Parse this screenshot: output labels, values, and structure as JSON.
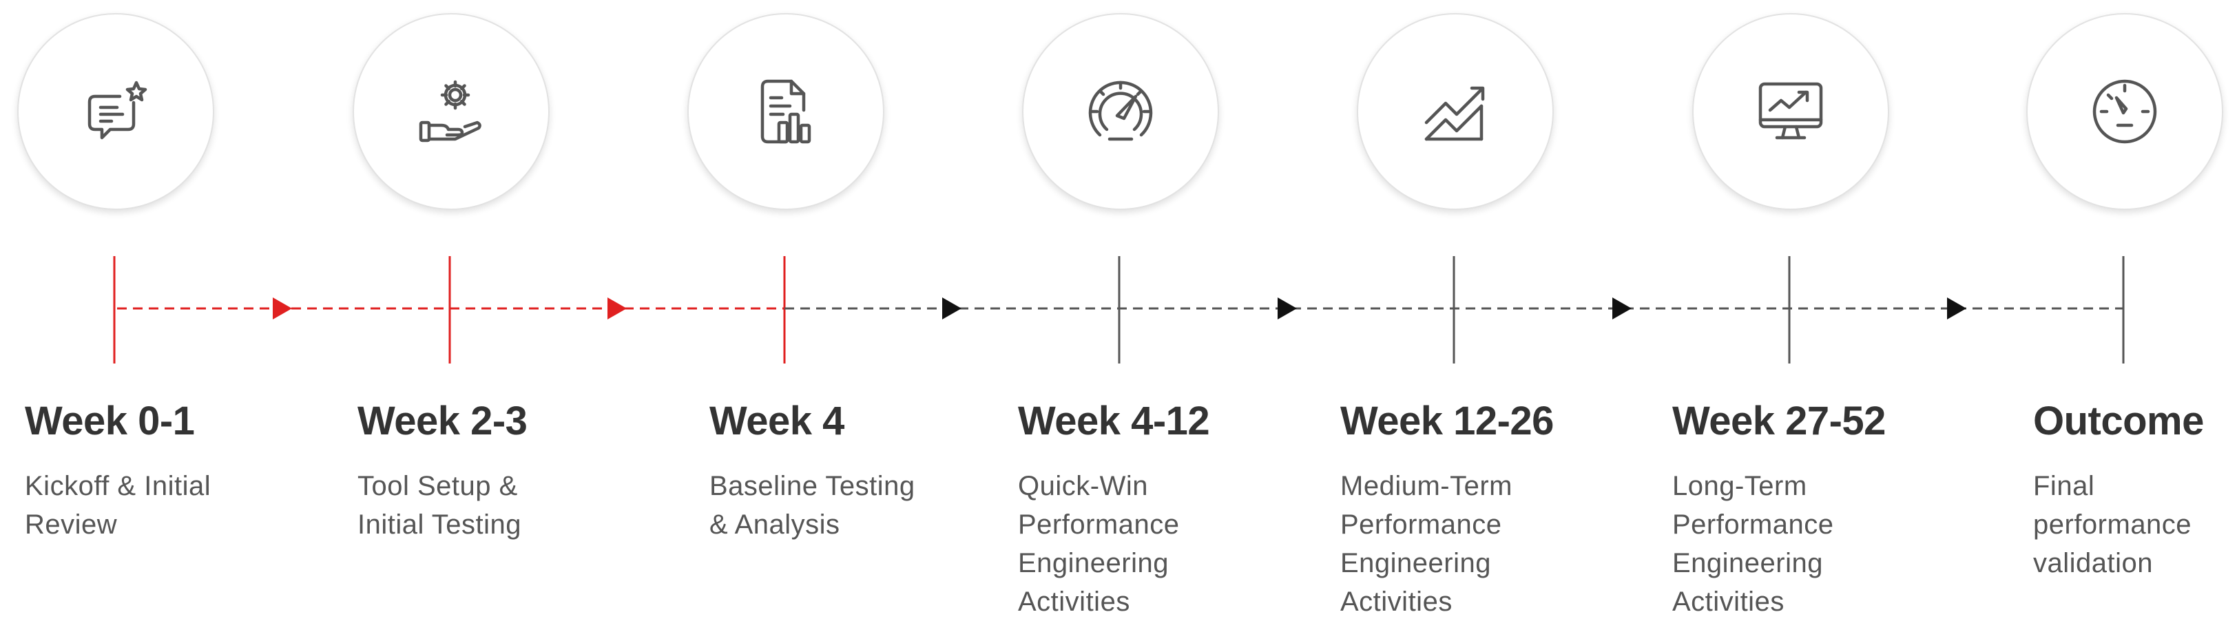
{
  "colors": {
    "accent": "#e02020",
    "neutral": "#555555",
    "icon": "#555555"
  },
  "milestones": [
    {
      "icon": "chat-star-icon",
      "title": "Week 0-1",
      "desc": [
        "Kickoff & Initial",
        "Review"
      ],
      "status": "complete"
    },
    {
      "icon": "hand-gear-icon",
      "title": "Week 2-3",
      "desc": [
        "Tool Setup &",
        "Initial Testing"
      ],
      "status": "complete"
    },
    {
      "icon": "document-chart-icon",
      "title": "Week 4",
      "desc": [
        "Baseline Testing",
        "& Analysis"
      ],
      "status": "complete"
    },
    {
      "icon": "speedometer-icon",
      "title": "Week 4-12",
      "desc": [
        "Quick-Win",
        "Performance",
        "Engineering",
        "Activities"
      ],
      "status": "pending"
    },
    {
      "icon": "trend-up-icon",
      "title": "Week 12-26",
      "desc": [
        "Medium-Term",
        "Performance",
        "Engineering",
        "Activities"
      ],
      "status": "pending"
    },
    {
      "icon": "monitor-chart-icon",
      "title": "Week 27-52",
      "desc": [
        "Long-Term",
        "Performance",
        "Engineering",
        "Activities"
      ],
      "status": "pending"
    },
    {
      "icon": "gauge-icon",
      "title": "Outcome",
      "desc": [
        "Final",
        "performance",
        "validation"
      ],
      "status": "pending"
    }
  ]
}
